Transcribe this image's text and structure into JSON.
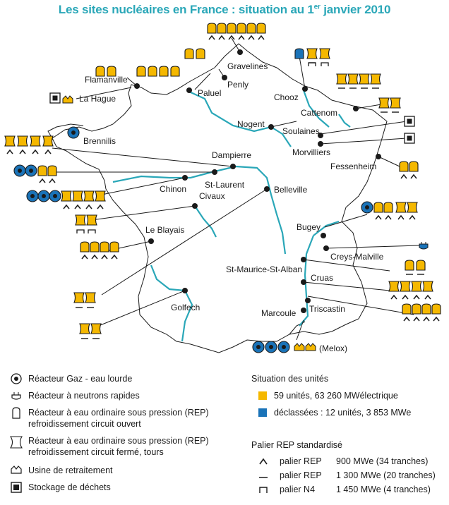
{
  "title": {
    "prefix": "Les sites nucléaires en France : situation au 1",
    "sup": "er",
    "suffix": " janvier 2010"
  },
  "colors": {
    "river": "#2aa7b8",
    "active": "#f5b800",
    "decommissioned": "#1a73b8",
    "outline": "#1a1a1a"
  },
  "sites": [
    {
      "id": "gravelines",
      "name": "Gravelines"
    },
    {
      "id": "flamanville",
      "name": "Flamanville"
    },
    {
      "id": "la-hague",
      "name": "La Hague"
    },
    {
      "id": "paluel",
      "name": "Paluel"
    },
    {
      "id": "penly",
      "name": "Penly"
    },
    {
      "id": "chooz",
      "name": "Chooz"
    },
    {
      "id": "cattenom",
      "name": "Cattenom"
    },
    {
      "id": "nogent",
      "name": "Nogent"
    },
    {
      "id": "soulaines",
      "name": "Soulaines"
    },
    {
      "id": "morvilliers",
      "name": "Morvilliers"
    },
    {
      "id": "fessenheim",
      "name": "Fessenheim"
    },
    {
      "id": "brennilis",
      "name": "Brennilis"
    },
    {
      "id": "dampierre",
      "name": "Dampierre"
    },
    {
      "id": "st-laurent",
      "name": "St-Laurent"
    },
    {
      "id": "chinon",
      "name": "Chinon"
    },
    {
      "id": "civaux",
      "name": "Civaux"
    },
    {
      "id": "belleville",
      "name": "Belleville"
    },
    {
      "id": "bugey",
      "name": "Bugey"
    },
    {
      "id": "creys-malville",
      "name": "Creys-Malville"
    },
    {
      "id": "le-blayais",
      "name": "Le Blayais"
    },
    {
      "id": "st-maurice",
      "name": "St-Maurice-St-Alban"
    },
    {
      "id": "cruas",
      "name": "Cruas"
    },
    {
      "id": "golfech",
      "name": "Golfech"
    },
    {
      "id": "marcoule",
      "name": "Marcoule"
    },
    {
      "id": "tricastin",
      "name": "Triscastin"
    },
    {
      "id": "melox",
      "name": "(Melox)"
    }
  ],
  "legend": {
    "gas": "Réacteur Gaz - eau lourde",
    "fast": "Réacteur à neutrons rapides",
    "rep_open_1": "Réacteur à eau ordinaire sous pression (REP)",
    "rep_open_2": "refroidissement circuit ouvert",
    "rep_closed_1": "Réacteur à eau ordinaire sous pression (REP)",
    "rep_closed_2": "refroidissement circuit fermé, tours",
    "reprocessing": "Usine de retraitement",
    "waste": "Stockage de déchets"
  },
  "status": {
    "heading": "Situation des unités",
    "active": "59 unités, 63 260 MWélectrique",
    "decommissioned": "déclassées : 12 unités, 3 853 MWe"
  },
  "palier": {
    "heading": "Palier REP standardisé",
    "rows": [
      {
        "name": "palier REP",
        "power": "900 MWe (34 tranches)"
      },
      {
        "name": "palier REP",
        "power": "1 300 MWe (20 tranches)"
      },
      {
        "name": "palier N4",
        "power": "1 450 MWe (4 tranches)"
      }
    ]
  }
}
